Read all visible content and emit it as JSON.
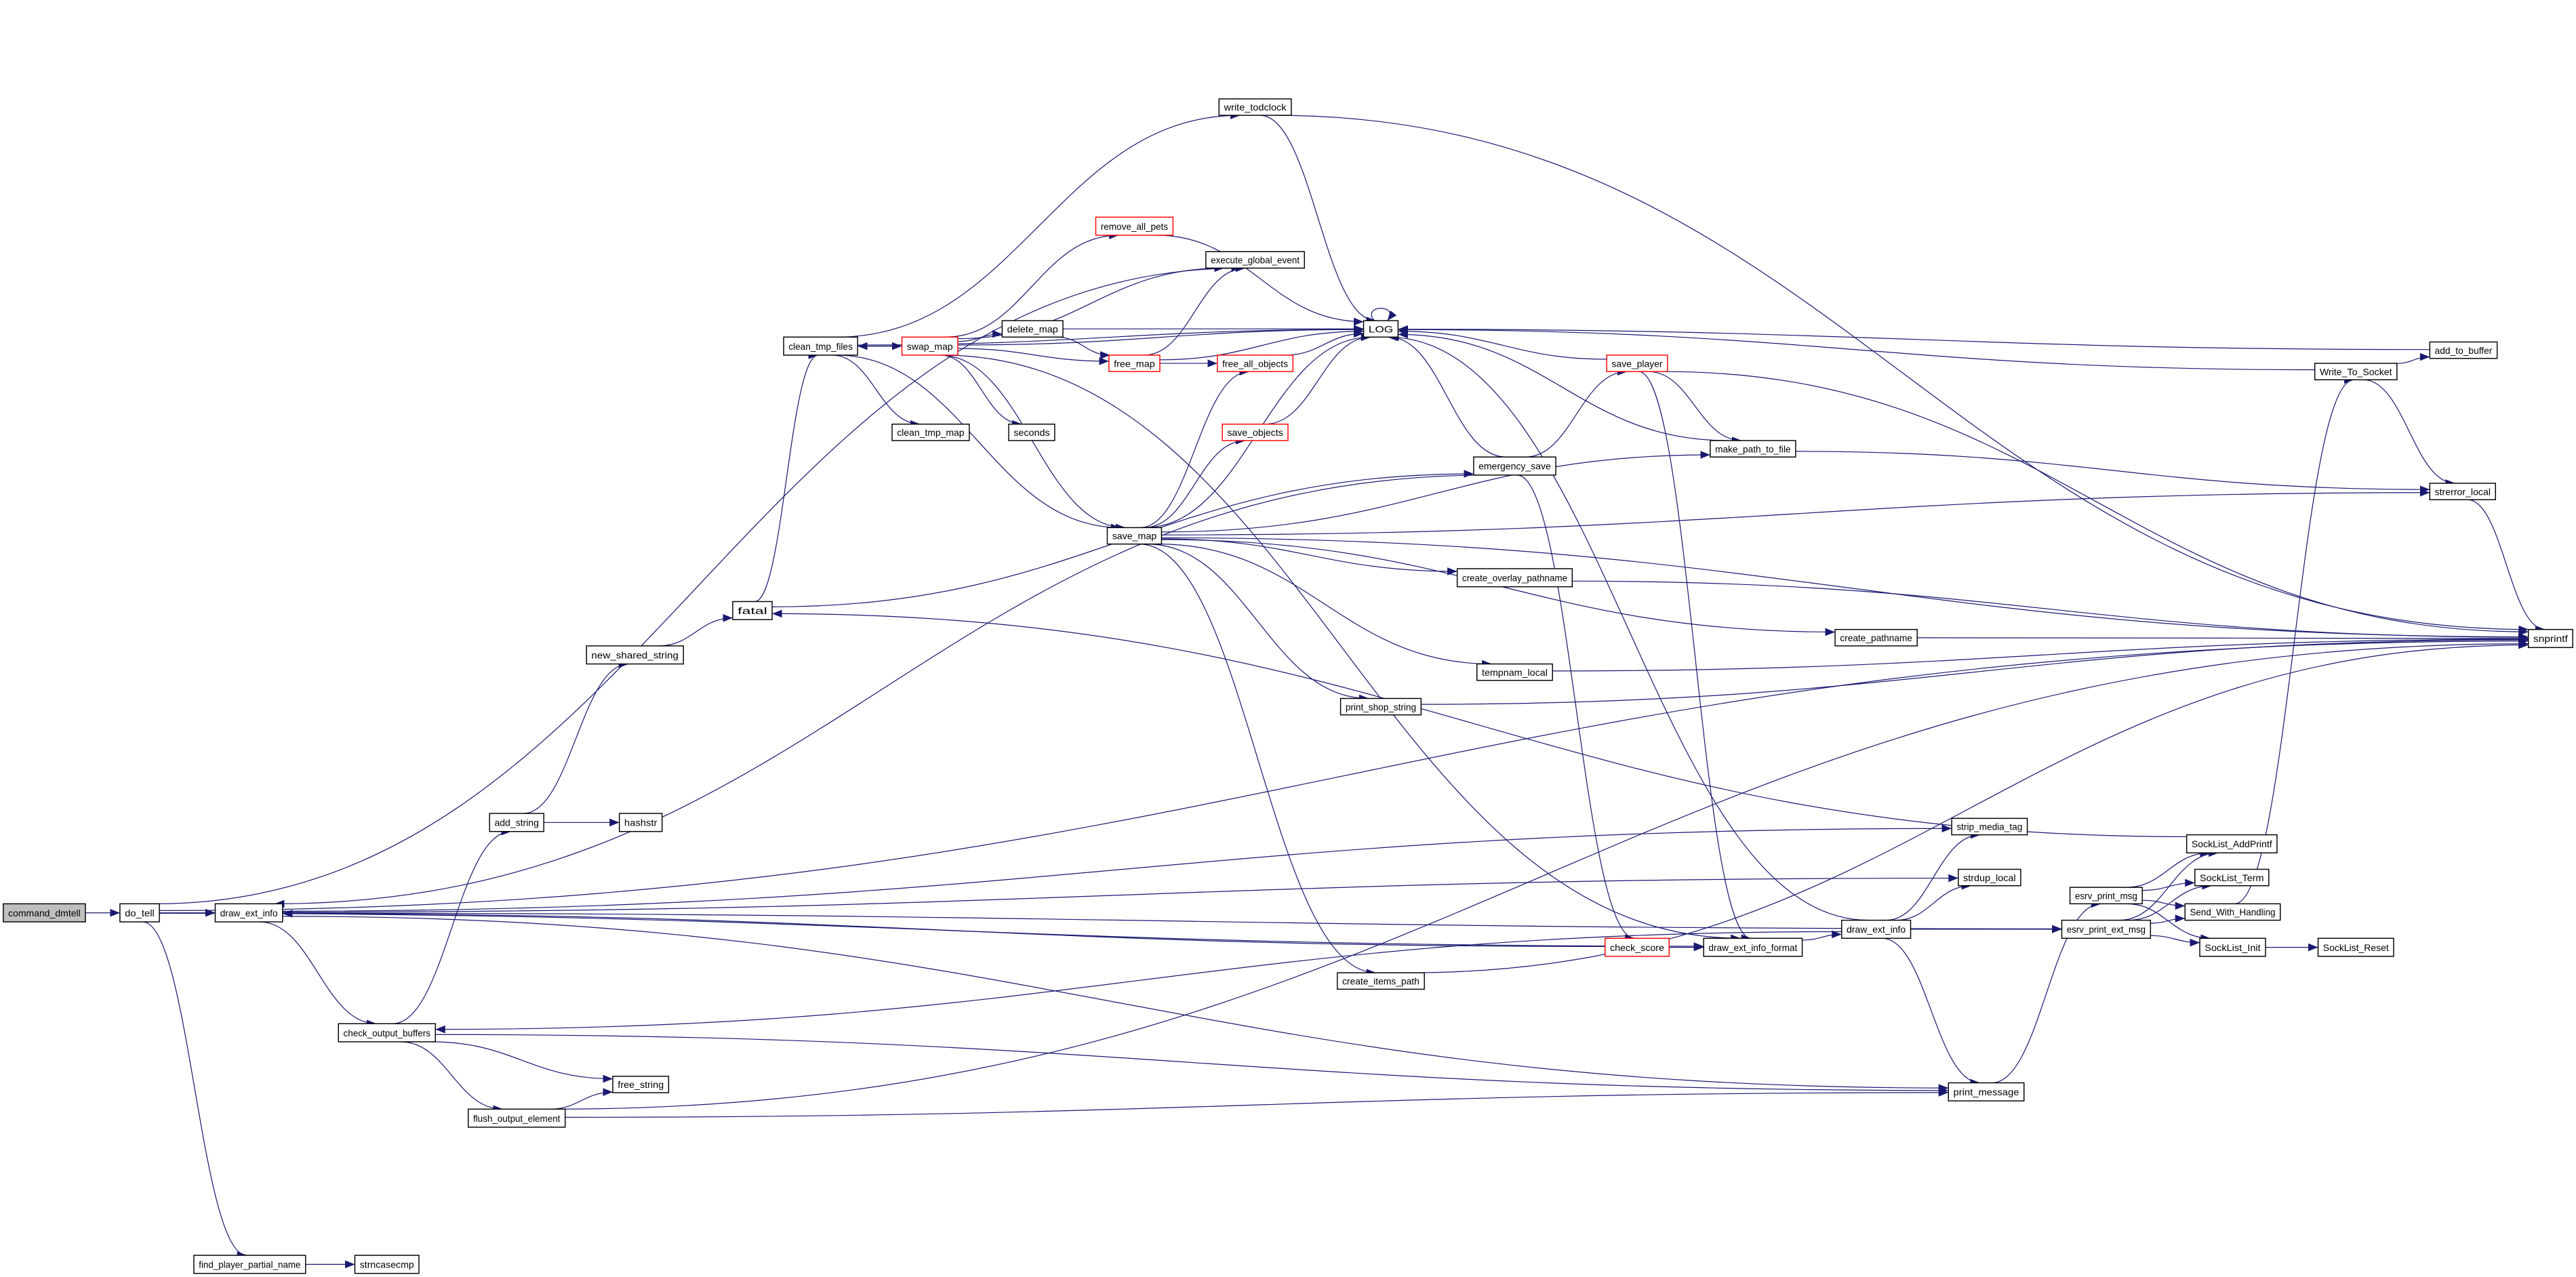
{
  "title": "command_dmtell call graph",
  "colors": {
    "edge": "#191970",
    "root_fill": "#bfbfbf",
    "truncated_border": "#ff0000",
    "node_border": "#000000"
  },
  "nodes": [
    {
      "id": "command_dmtell",
      "label": "command_dmtell",
      "root": true
    },
    {
      "id": "do_tell",
      "label": "do_tell"
    },
    {
      "id": "draw_ext_info_a",
      "label": "draw_ext_info"
    },
    {
      "id": "check_output_buffers",
      "label": "check_output_buffers"
    },
    {
      "id": "free_string",
      "label": "free_string"
    },
    {
      "id": "flush_output_element",
      "label": "flush_output_element"
    },
    {
      "id": "find_player_partial_name",
      "label": "find_player_partial_name"
    },
    {
      "id": "strncasecmp",
      "label": "strncasecmp"
    },
    {
      "id": "add_string",
      "label": "add_string"
    },
    {
      "id": "hashstr",
      "label": "hashstr"
    },
    {
      "id": "new_shared_string",
      "label": "new_shared_string"
    },
    {
      "id": "fatal",
      "label": "fatal"
    },
    {
      "id": "clean_tmp_files",
      "label": "clean_tmp_files"
    },
    {
      "id": "swap_map",
      "label": "swap_map",
      "truncated": true
    },
    {
      "id": "delete_map",
      "label": "delete_map"
    },
    {
      "id": "free_map",
      "label": "free_map",
      "truncated": true
    },
    {
      "id": "free_all_objects",
      "label": "free_all_objects",
      "truncated": true
    },
    {
      "id": "remove_all_pets",
      "label": "remove_all_pets",
      "truncated": true
    },
    {
      "id": "execute_global_event",
      "label": "execute_global_event"
    },
    {
      "id": "write_todclock",
      "label": "write_todclock"
    },
    {
      "id": "clean_tmp_map",
      "label": "clean_tmp_map"
    },
    {
      "id": "seconds",
      "label": "seconds"
    },
    {
      "id": "save_objects",
      "label": "save_objects",
      "truncated": true
    },
    {
      "id": "LOG",
      "label": "LOG"
    },
    {
      "id": "save_map",
      "label": "save_map"
    },
    {
      "id": "emergency_save",
      "label": "emergency_save"
    },
    {
      "id": "save_player",
      "label": "save_player",
      "truncated": true
    },
    {
      "id": "make_path_to_file",
      "label": "make_path_to_file"
    },
    {
      "id": "create_overlay_pathname",
      "label": "create_overlay_pathname"
    },
    {
      "id": "create_pathname",
      "label": "create_pathname"
    },
    {
      "id": "tempnam_local",
      "label": "tempnam_local"
    },
    {
      "id": "print_shop_string",
      "label": "print_shop_string"
    },
    {
      "id": "create_items_path",
      "label": "create_items_path"
    },
    {
      "id": "strip_media_tag",
      "label": "strip_media_tag"
    },
    {
      "id": "strdup_local",
      "label": "strdup_local"
    },
    {
      "id": "draw_ext_info_b",
      "label": "draw_ext_info"
    },
    {
      "id": "check_score",
      "label": "check_score",
      "truncated": true
    },
    {
      "id": "draw_ext_info_format",
      "label": "draw_ext_info_format"
    },
    {
      "id": "print_message",
      "label": "print_message"
    },
    {
      "id": "esrv_print_msg",
      "label": "esrv_print_msg"
    },
    {
      "id": "esrv_print_ext_msg",
      "label": "esrv_print_ext_msg"
    },
    {
      "id": "SockList_AddPrintf",
      "label": "SockList_AddPrintf"
    },
    {
      "id": "SockList_Term",
      "label": "SockList_Term"
    },
    {
      "id": "Send_With_Handling",
      "label": "Send_With_Handling"
    },
    {
      "id": "SockList_Init",
      "label": "SockList_Init"
    },
    {
      "id": "SockList_Reset",
      "label": "SockList_Reset"
    },
    {
      "id": "Write_To_Socket",
      "label": "Write_To_Socket"
    },
    {
      "id": "add_to_buffer",
      "label": "add_to_buffer"
    },
    {
      "id": "strerror_local",
      "label": "strerror_local"
    },
    {
      "id": "snprintf",
      "label": "snprintf"
    }
  ],
  "edges": [
    [
      "command_dmtell",
      "do_tell"
    ],
    [
      "do_tell",
      "draw_ext_info_a"
    ],
    [
      "do_tell",
      "find_player_partial_name"
    ],
    [
      "do_tell",
      "draw_ext_info_format"
    ],
    [
      "do_tell",
      "snprintf"
    ],
    [
      "do_tell",
      "execute_global_event"
    ],
    [
      "draw_ext_info_a",
      "check_output_buffers"
    ],
    [
      "draw_ext_info_a",
      "strip_media_tag"
    ],
    [
      "draw_ext_info_a",
      "strdup_local"
    ],
    [
      "draw_ext_info_a",
      "print_message"
    ],
    [
      "draw_ext_info_a",
      "esrv_print_ext_msg"
    ],
    [
      "find_player_partial_name",
      "strncasecmp"
    ],
    [
      "check_output_buffers",
      "add_string"
    ],
    [
      "check_output_buffers",
      "free_string"
    ],
    [
      "check_output_buffers",
      "flush_output_element"
    ],
    [
      "check_output_buffers",
      "print_message"
    ],
    [
      "flush_output_element",
      "free_string"
    ],
    [
      "flush_output_element",
      "print_message"
    ],
    [
      "flush_output_element",
      "snprintf"
    ],
    [
      "add_string",
      "hashstr"
    ],
    [
      "add_string",
      "new_shared_string"
    ],
    [
      "new_shared_string",
      "fatal"
    ],
    [
      "fatal",
      "clean_tmp_files"
    ],
    [
      "fatal",
      "emergency_save"
    ],
    [
      "clean_tmp_files",
      "swap_map"
    ],
    [
      "clean_tmp_files",
      "clean_tmp_map"
    ],
    [
      "clean_tmp_files",
      "save_map"
    ],
    [
      "clean_tmp_files",
      "write_todclock"
    ],
    [
      "clean_tmp_files",
      "LOG"
    ],
    [
      "swap_map",
      "clean_tmp_files"
    ],
    [
      "swap_map",
      "delete_map"
    ],
    [
      "swap_map",
      "free_map"
    ],
    [
      "swap_map",
      "remove_all_pets"
    ],
    [
      "swap_map",
      "execute_global_event"
    ],
    [
      "swap_map",
      "seconds"
    ],
    [
      "swap_map",
      "save_map"
    ],
    [
      "swap_map",
      "LOG"
    ],
    [
      "swap_map",
      "draw_ext_info_format"
    ],
    [
      "delete_map",
      "LOG"
    ],
    [
      "delete_map",
      "free_map"
    ],
    [
      "free_map",
      "free_all_objects"
    ],
    [
      "free_map",
      "execute_global_event"
    ],
    [
      "free_map",
      "LOG"
    ],
    [
      "free_all_objects",
      "LOG"
    ],
    [
      "remove_all_pets",
      "LOG"
    ],
    [
      "write_todclock",
      "LOG"
    ],
    [
      "write_todclock",
      "snprintf"
    ],
    [
      "save_objects",
      "LOG"
    ],
    [
      "LOG",
      "LOG"
    ],
    [
      "save_map",
      "save_objects"
    ],
    [
      "save_map",
      "free_all_objects"
    ],
    [
      "save_map",
      "LOG"
    ],
    [
      "save_map",
      "make_path_to_file"
    ],
    [
      "save_map",
      "create_overlay_pathname"
    ],
    [
      "save_map",
      "create_pathname"
    ],
    [
      "save_map",
      "tempnam_local"
    ],
    [
      "save_map",
      "print_shop_string"
    ],
    [
      "save_map",
      "snprintf"
    ],
    [
      "save_map",
      "strerror_local"
    ],
    [
      "save_map",
      "create_items_path"
    ],
    [
      "emergency_save",
      "save_player"
    ],
    [
      "emergency_save",
      "LOG"
    ],
    [
      "emergency_save",
      "check_score"
    ],
    [
      "emergency_save",
      "draw_ext_info_a"
    ],
    [
      "save_player",
      "LOG"
    ],
    [
      "save_player",
      "make_path_to_file"
    ],
    [
      "save_player",
      "draw_ext_info_format"
    ],
    [
      "save_player",
      "snprintf"
    ],
    [
      "make_path_to_file",
      "LOG"
    ],
    [
      "make_path_to_file",
      "strerror_local"
    ],
    [
      "check_score",
      "draw_ext_info_format"
    ],
    [
      "check_score",
      "draw_ext_info_a"
    ],
    [
      "draw_ext_info_format",
      "draw_ext_info_b"
    ],
    [
      "draw_ext_info_b",
      "strip_media_tag"
    ],
    [
      "draw_ext_info_b",
      "strdup_local"
    ],
    [
      "draw_ext_info_b",
      "esrv_print_ext_msg"
    ],
    [
      "draw_ext_info_b",
      "print_message"
    ],
    [
      "draw_ext_info_b",
      "LOG"
    ],
    [
      "draw_ext_info_b",
      "check_output_buffers"
    ],
    [
      "print_message",
      "esrv_print_msg"
    ],
    [
      "esrv_print_msg",
      "SockList_AddPrintf"
    ],
    [
      "esrv_print_msg",
      "SockList_Term"
    ],
    [
      "esrv_print_msg",
      "Send_With_Handling"
    ],
    [
      "esrv_print_msg",
      "SockList_Init"
    ],
    [
      "esrv_print_ext_msg",
      "SockList_AddPrintf"
    ],
    [
      "esrv_print_ext_msg",
      "SockList_Term"
    ],
    [
      "esrv_print_ext_msg",
      "Send_With_Handling"
    ],
    [
      "esrv_print_ext_msg",
      "SockList_Init"
    ],
    [
      "SockList_AddPrintf",
      "fatal"
    ],
    [
      "Send_With_Handling",
      "Write_To_Socket"
    ],
    [
      "SockList_Init",
      "SockList_Reset"
    ],
    [
      "Write_To_Socket",
      "add_to_buffer"
    ],
    [
      "Write_To_Socket",
      "strerror_local"
    ],
    [
      "Write_To_Socket",
      "LOG"
    ],
    [
      "add_to_buffer",
      "LOG"
    ],
    [
      "strerror_local",
      "snprintf"
    ],
    [
      "create_overlay_pathname",
      "snprintf"
    ],
    [
      "create_pathname",
      "snprintf"
    ],
    [
      "tempnam_local",
      "snprintf"
    ],
    [
      "print_shop_string",
      "snprintf"
    ],
    [
      "create_items_path",
      "snprintf"
    ]
  ]
}
